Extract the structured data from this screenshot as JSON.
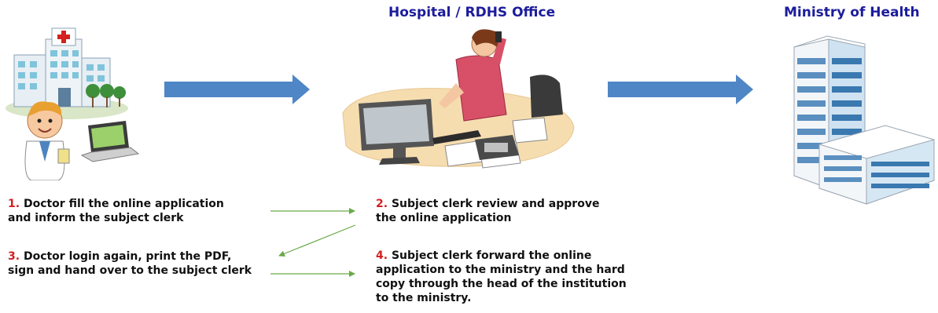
{
  "headings": {
    "hospital": "Hospital / RDHS Office",
    "ministry": "Ministry of Health"
  },
  "steps": [
    {
      "number": "1",
      "text": "Doctor fill the online application and inform the subject clerk"
    },
    {
      "number": "2",
      "text": "Subject clerk review and approve the online application"
    },
    {
      "number": "3",
      "text": "Doctor login again, print the PDF, sign and hand over to the subject clerk"
    },
    {
      "number": "4",
      "text": "Subject clerk forward the online application to the ministry and the hard copy through the head of the institution to the ministry."
    }
  ],
  "colors": {
    "heading": "#1c1c9c",
    "step_number": "#d42020",
    "big_arrow": "#4f86c6",
    "small_arrow": "#6aaa4a"
  },
  "icons": [
    "hospital-doctor-laptop-illustration",
    "clerk-at-desk-illustration",
    "ministry-building-illustration"
  ]
}
